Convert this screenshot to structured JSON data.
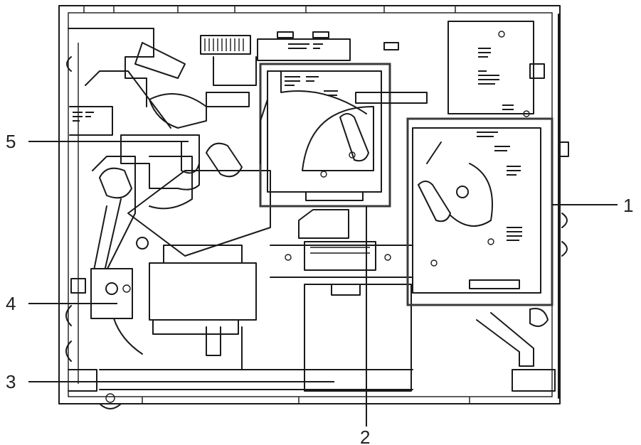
{
  "callouts": [
    {
      "id": "c1",
      "label": "1"
    },
    {
      "id": "c2",
      "label": "2"
    },
    {
      "id": "c3",
      "label": "3"
    },
    {
      "id": "c4",
      "label": "4"
    },
    {
      "id": "c5",
      "label": "5"
    }
  ],
  "colors": {
    "line": "#1a1a1a",
    "highlight": "#3a3a3a",
    "background": "#ffffff"
  }
}
